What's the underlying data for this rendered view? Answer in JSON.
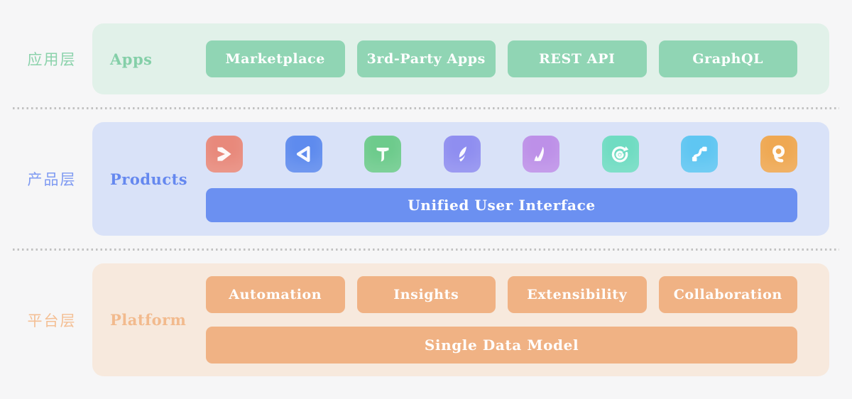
{
  "page": {
    "background": "#f6f6f7",
    "divider_color": "#c2c2c2"
  },
  "layers": [
    {
      "side_label": "应用层",
      "title": "Apps",
      "items": [
        "Marketplace",
        "3rd-Party Apps",
        "REST API",
        "GraphQL"
      ],
      "colors": {
        "panel": "#e1f1e9",
        "chip": "#90d5b4",
        "title": "#84cfa8",
        "side": "#8bd2ab"
      }
    },
    {
      "side_label": "产品层",
      "title": "Products",
      "bar": "Unified User Interface",
      "icons": [
        {
          "name": "chevron-arrow",
          "color": "#e8897b"
        },
        {
          "name": "triangle-play",
          "color": "#5e8bee"
        },
        {
          "name": "letter-t",
          "color": "#6dcb8c"
        },
        {
          "name": "feather",
          "color": "#8f8ef0"
        },
        {
          "name": "mountain-a",
          "color": "#bd90e8"
        },
        {
          "name": "target-arrow",
          "color": "#6fdcc2"
        },
        {
          "name": "connector-flow",
          "color": "#5fc6f2"
        },
        {
          "name": "magnifier-q",
          "color": "#efa852"
        }
      ],
      "colors": {
        "panel": "#d9e2f8",
        "chip": "#6b90f1",
        "title": "#6588ef",
        "side": "#7e9af2"
      }
    },
    {
      "side_label": "平台层",
      "title": "Platform",
      "items": [
        "Automation",
        "Insights",
        "Extensibility",
        "Collaboration"
      ],
      "bar": "Single Data Model",
      "colors": {
        "panel": "#f7e9dd",
        "chip": "#f0b284",
        "title": "#f2ba8d",
        "side": "#f4bf94"
      }
    }
  ]
}
